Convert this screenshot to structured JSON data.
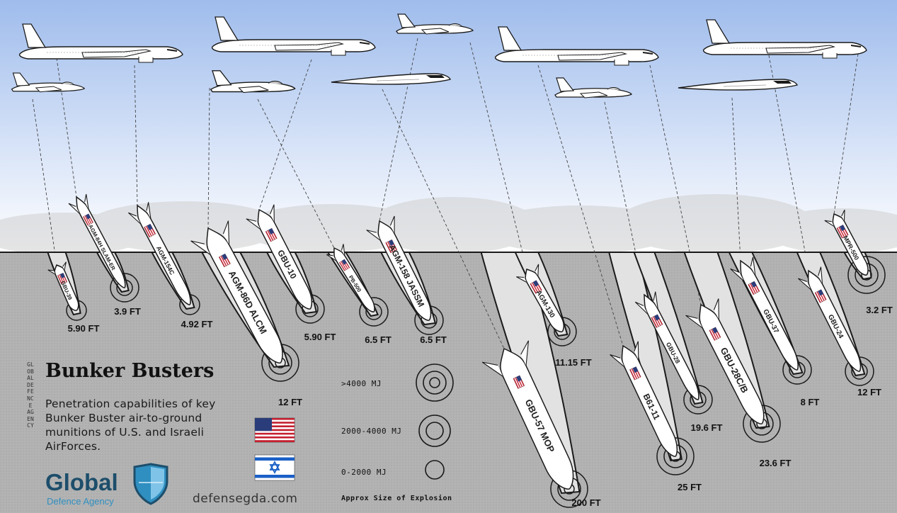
{
  "title": "Bunker Busters",
  "description": "Penetration capabilities of key Bunker Buster air-to-ground munitions of U.S. and Israeli AirForces.",
  "vertical_brand": "GLOBAL DEFENCE AGENCY",
  "logo": {
    "name": "Global",
    "subtitle": "Defence Agency",
    "icon": "shield-icon"
  },
  "website": "defensegda.com",
  "flags": [
    {
      "name": "us-flag-icon"
    },
    {
      "name": "israel-flag-icon"
    }
  ],
  "legend": {
    "caption": "Approx Size of Explosion",
    "items": [
      {
        "label": ">4000 MJ",
        "rings": 3
      },
      {
        "label": "2000-4000 MJ",
        "rings": 2
      },
      {
        "label": "0-2000 MJ",
        "rings": 1
      }
    ]
  },
  "colors": {
    "sky_top": "#a9c3ee",
    "sky_bottom": "#ffffff",
    "ground": "#b2b2b2",
    "outline": "#1a1a1a",
    "logo_dark": "#1d4e6b",
    "logo_light": "#2f8fc0"
  },
  "aircraft": [
    {
      "type": "bomber"
    },
    {
      "type": "fighter"
    },
    {
      "type": "bomber"
    },
    {
      "type": "fighter"
    },
    {
      "type": "fighter"
    },
    {
      "type": "stealth-bomber"
    },
    {
      "type": "bomber"
    },
    {
      "type": "fighter"
    },
    {
      "type": "bomber"
    },
    {
      "type": "stealth-bomber"
    }
  ],
  "munitions": [
    {
      "name": "GBU-39",
      "depth": "5.90 FT",
      "rings": 1
    },
    {
      "name": "AGM-84H SLAM-ER",
      "depth": "3.9 FT",
      "rings": 2
    },
    {
      "name": "AGM-154C",
      "depth": "4.92 FT",
      "rings": 1
    },
    {
      "name": "AGM-86D ALCM",
      "depth": "12 FT",
      "rings": 3
    },
    {
      "name": "GBU-10",
      "depth": "5.90 FT",
      "rings": 2
    },
    {
      "name": "PB-500",
      "depth": "6.5 FT",
      "rings": 2
    },
    {
      "name": "AGM-158 JASSM",
      "depth": "6.5 FT",
      "rings": 2
    },
    {
      "name": "GBU-57 MOP",
      "depth": "200 FT",
      "rings": 3
    },
    {
      "name": "AGM-130",
      "depth": "11.15 FT",
      "rings": 2
    },
    {
      "name": "B61-11",
      "depth": "25 FT",
      "rings": 3
    },
    {
      "name": "GBU-28",
      "depth": "19.6 FT",
      "rings": 2
    },
    {
      "name": "GBU-28C/B",
      "depth": "23.6 FT",
      "rings": 3
    },
    {
      "name": "GBU-37",
      "depth": "8 FT",
      "rings": 2
    },
    {
      "name": "GBU-24",
      "depth": "12 FT",
      "rings": 2
    },
    {
      "name": "MPR-500",
      "depth": "3.2 FT",
      "rings": 3
    }
  ]
}
